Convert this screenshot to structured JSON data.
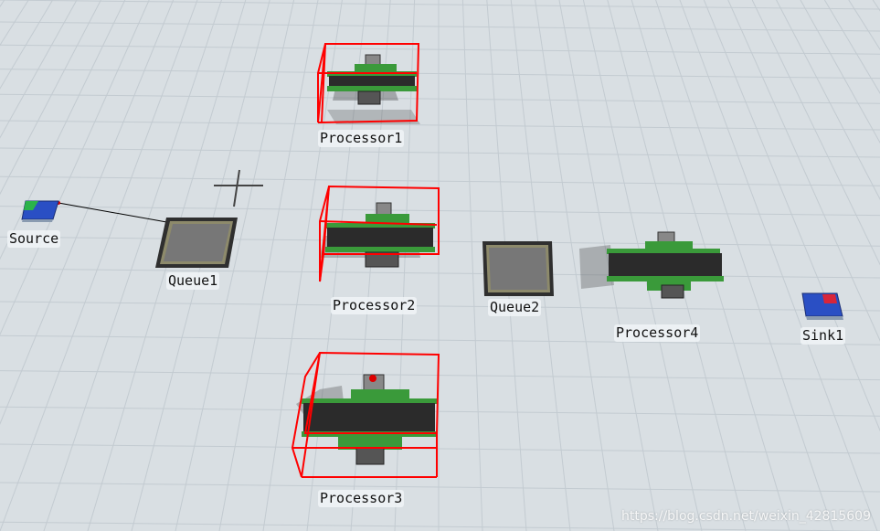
{
  "scene": {
    "objects": {
      "source": {
        "label": "Source"
      },
      "queue1": {
        "label": "Queue1"
      },
      "processor1": {
        "label": "Processor1"
      },
      "processor2": {
        "label": "Processor2"
      },
      "processor3": {
        "label": "Processor3"
      },
      "queue2": {
        "label": "Queue2"
      },
      "processor4": {
        "label": "Processor4"
      },
      "sink1": {
        "label": "Sink1"
      }
    },
    "watermark": "https://blog.csdn.net/weixin_42815609"
  },
  "colors": {
    "floor": "#d9dfe3",
    "grid_line": "#c3cbd1",
    "selection_box": "#ff0000",
    "machine_green": "#3a9a3a",
    "conveyor_belt": "#2b2b2b",
    "source_body": "#2a4fc4",
    "sink_body": "#2a4fc4",
    "sink_accent": "#d8253a"
  }
}
